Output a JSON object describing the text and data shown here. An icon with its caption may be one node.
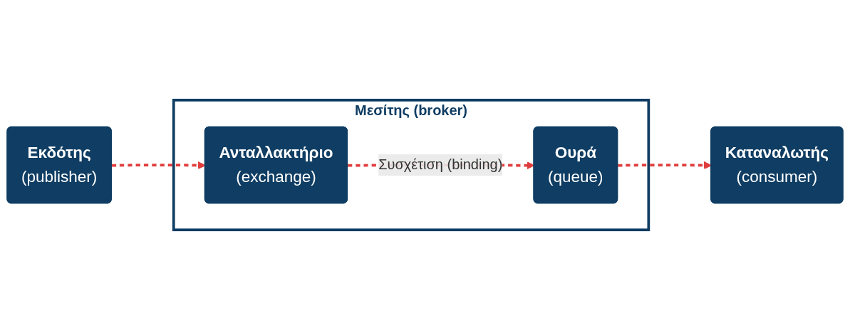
{
  "diagram": {
    "nodes": [
      {
        "text": [
          "Εκδότης",
          "(publisher)"
        ]
      },
      {
        "text": [
          "Μεσίτης (broker)"
        ]
      },
      {
        "text": [
          "Ανταλλακτήριο",
          "(exchange)"
        ],
        "in": 1
      },
      {
        "text": [
          "Ουρά",
          "(queue)"
        ],
        "in": 1
      },
      {
        "text": [
          "Καταναλωτής",
          "(consumer)"
        ]
      }
    ],
    "edges": [
      {
        "from": 0,
        "to": 2,
        "arrow": "to",
        "style": "dashed",
        "color": "#e03c3c"
      },
      {
        "from": 2,
        "to": 3,
        "arrow": "to",
        "style": "dashed",
        "color": "#e03c3c",
        "label": "Συσχέτιση (binding)"
      },
      {
        "from": 3,
        "to": 4,
        "arrow": "to",
        "style": "dashed",
        "color": "#e03c3c"
      }
    ]
  }
}
